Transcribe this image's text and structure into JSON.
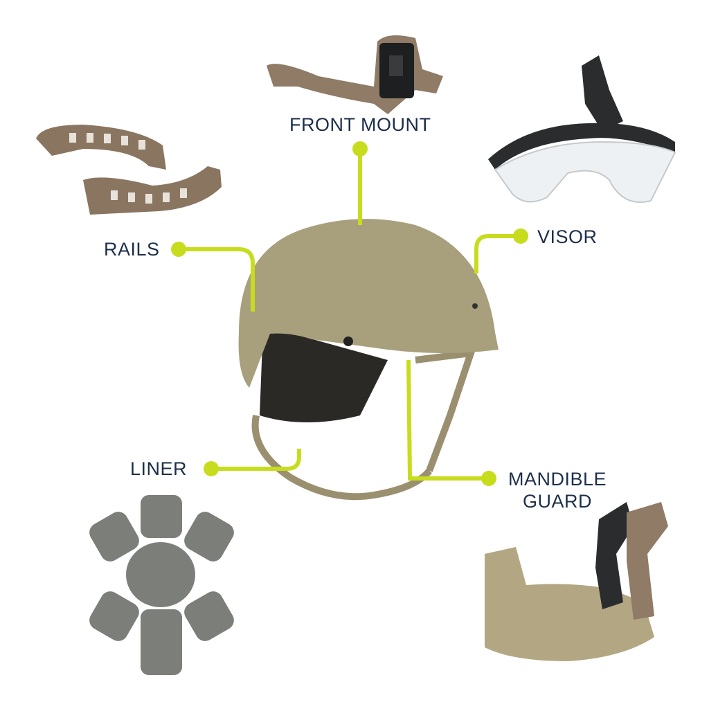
{
  "labels": {
    "front_mount": "FRONT MOUNT",
    "rails": "RAILS",
    "visor": "VISOR",
    "liner": "LINER",
    "mandible_guard_line1": "MANDIBLE",
    "mandible_guard_line2": "GUARD"
  },
  "colors": {
    "label_text": "#1c2f4a",
    "connector": "#c8dc1e",
    "helmet": "#a8a07c",
    "accessory_tan": "#8a7560",
    "liner_pad": "#7c7e7a",
    "visor_frame": "#2a2c2e"
  }
}
